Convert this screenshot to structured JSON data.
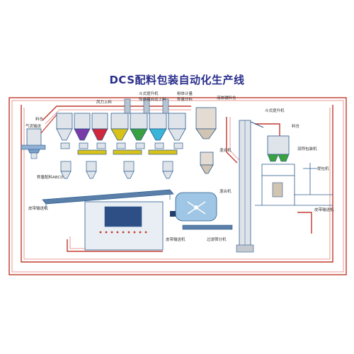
{
  "title": "DCS配料包装自动化生产线",
  "labels": {
    "liaocang_left": "料仓",
    "qidong_shuzhi": "气流输送",
    "fengli_shangliao": "风力上料",
    "dougshi_tisheng_top": "斗式提升机",
    "chuangan_zidong": "传感器自动上料",
    "gongliang_jiliao": "粉体计量",
    "chengliang_jiliao": "称量计料",
    "xiaoliaocang": "液体辅料仓",
    "dougshi_right": "斗式提升机",
    "liaocang_right": "料仓",
    "shuangzhuang_baozhuang": "双称包装机",
    "hunliaoji": "混合机",
    "hunheji": "混合机",
    "jiliang_peiliao": "称量配料ABCD",
    "pidai_left": "皮带输送机",
    "pidai_bottom": "皮带输送机",
    "guolv_shuliao": "过滤筛分机",
    "tipaoji": "提包机",
    "pidai_right": "皮带输送机"
  },
  "colors": {
    "pipe": "#c0392b",
    "frame": "#2c5d8f",
    "title": "#2a2e8c",
    "silo_body": "#dfe4ea",
    "conveyor": "#5a7fa8",
    "panel": "#e9eef4",
    "panel_screen": "#2e4f86",
    "fill_blue": "#3a64c8",
    "fill_purple": "#7a3aa8",
    "fill_red": "#d0283a",
    "fill_yellow": "#d8c21a",
    "fill_green": "#3aa040",
    "fill_cyan": "#3ab4d8",
    "fill_gray": "#c4c9cf"
  }
}
